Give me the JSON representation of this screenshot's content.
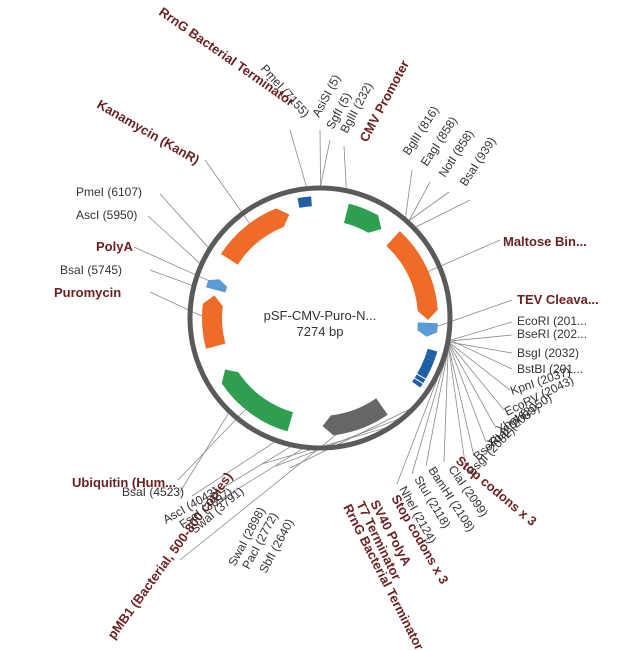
{
  "plasmid": {
    "name": "pSF-CMV-Puro-N...",
    "length_label": "7274 bp"
  },
  "colors": {
    "backbone": "#5a5a5a",
    "green": "#2e9e4f",
    "orange": "#f06a28",
    "blue": "#1f5fa6",
    "lightblue": "#5b9bd5",
    "gray": "#666666",
    "label_dark": "#6b1f1f"
  },
  "features": [
    {
      "id": "cmv-promoter",
      "label": "CMV Promoter",
      "color": "green",
      "start": 286,
      "end": 700,
      "track": "inner"
    },
    {
      "id": "maltose-binding",
      "label": "Maltose Bin...",
      "color": "orange",
      "start": 860,
      "end": 1840,
      "track": "inner"
    },
    {
      "id": "tev-cleavage",
      "label": "TEV Cleava...",
      "color": "lightblue",
      "start": 1870,
      "end": 2020,
      "track": "inner"
    },
    {
      "id": "pmb1-ori",
      "label": "pMB1 (Bacterial, 500-800 copies)",
      "color": "gray",
      "start": 2930,
      "end": 3610,
      "track": "inner"
    },
    {
      "id": "ubiquitin",
      "label": "Ubiquitin (Hum...",
      "color": "green",
      "start": 3960,
      "end": 4880,
      "track": "inner"
    },
    {
      "id": "puromycin",
      "label": "Puromycin",
      "color": "orange",
      "start": 5150,
      "end": 5700,
      "track": "inner"
    },
    {
      "id": "polya",
      "label": "PolyA",
      "color": "lightblue",
      "start": 5760,
      "end": 5880,
      "track": "inner"
    },
    {
      "id": "kanamycin",
      "label": "Kanamycin (KanR)",
      "color": "orange",
      "start": 6120,
      "end": 6940,
      "track": "inner"
    },
    {
      "id": "rrng-term-top",
      "label": "RrnG Bacterial Terminator",
      "color": "blue",
      "start": 7060,
      "end": 7190,
      "track": "outer"
    },
    {
      "id": "stop-a",
      "label": "Stop codons x 3",
      "color": "blue",
      "start": 2140,
      "end": 2200,
      "track": "outer"
    },
    {
      "id": "sv40",
      "label": "SV40 PolyA",
      "color": "blue",
      "start": 2240,
      "end": 2420,
      "track": "outer"
    },
    {
      "id": "stop-b",
      "label": "Stop codons x 3",
      "color": "blue",
      "start": 2200,
      "end": 2240,
      "track": "outer"
    },
    {
      "id": "t7-term",
      "label": "T7 Terminator",
      "color": "blue",
      "start": 2430,
      "end": 2470,
      "track": "outer"
    },
    {
      "id": "rrng-term-bottom",
      "label": "RrnG Bacterial Terminator",
      "color": "blue",
      "start": 2480,
      "end": 2520,
      "track": "outer"
    }
  ],
  "sites": [
    {
      "id": "pmei-7155",
      "label": "PmeI (7155)",
      "pos": 7155
    },
    {
      "id": "asisi-5",
      "label": "AsiSI (5)",
      "pos": 5
    },
    {
      "id": "sfgi-5",
      "label": "SgfI (5)",
      "pos": 5
    },
    {
      "id": "bglii-232",
      "label": "BglII (232)",
      "pos": 232
    },
    {
      "id": "bglii-816",
      "label": "BglII (816)",
      "pos": 816
    },
    {
      "id": "eagi-858",
      "label": "EagI (858)",
      "pos": 858
    },
    {
      "id": "noti-858",
      "label": "NotI (858)",
      "pos": 858
    },
    {
      "id": "bsai-939",
      "label": "BsaI (939)",
      "pos": 939
    },
    {
      "id": "ecori-201",
      "label": "EcoRI (201...",
      "pos": 2015
    },
    {
      "id": "bseri-202",
      "label": "BseRI (202...",
      "pos": 2022
    },
    {
      "id": "bsgi-2032",
      "label": "BsgI (2032)",
      "pos": 2032
    },
    {
      "id": "bstbi-201",
      "label": "BstBI (201...",
      "pos": 2014
    },
    {
      "id": "kpni-2037",
      "label": "KpnI (2037)",
      "pos": 2037
    },
    {
      "id": "ecorv-2043",
      "label": "EcoRV (2043)",
      "pos": 2043
    },
    {
      "id": "xhoi-2050",
      "label": "XhoI (2050)",
      "pos": 2050
    },
    {
      "id": "xbai-2059",
      "label": "XbaI (2059)",
      "pos": 2059
    },
    {
      "id": "bseri-2076",
      "label": "BseRI (2076)",
      "pos": 2076
    },
    {
      "id": "bsgi-2082",
      "label": "BsgI (2082)",
      "pos": 2082
    },
    {
      "id": "clai-2099",
      "label": "ClaI (2099)",
      "pos": 2099
    },
    {
      "id": "bamhi-2108",
      "label": "BamHI (2108)",
      "pos": 2108
    },
    {
      "id": "stui-2118",
      "label": "StuI (2118)",
      "pos": 2118
    },
    {
      "id": "nhei-2124",
      "label": "NheI (2124)",
      "pos": 2124
    },
    {
      "id": "sbfi-2640",
      "label": "SbfI (2640)",
      "pos": 2640
    },
    {
      "id": "paci-2772",
      "label": "PacI (2772)",
      "pos": 2772
    },
    {
      "id": "swai-2898",
      "label": "SwaI (2898)",
      "pos": 2898
    },
    {
      "id": "swai-3791",
      "label": "SwaI (3791)",
      "pos": 3791
    },
    {
      "id": "fsei-3897",
      "label": "FseI (3897)",
      "pos": 3897
    },
    {
      "id": "asci-4043",
      "label": "AscI (4043)",
      "pos": 4043
    },
    {
      "id": "bsai-4523",
      "label": "BsaI (4523)",
      "pos": 4523
    },
    {
      "id": "bsai-5745",
      "label": "BsaI (5745)",
      "pos": 5745
    },
    {
      "id": "asci-5950",
      "label": "AscI (5950)",
      "pos": 5950
    },
    {
      "id": "pmei-6107",
      "label": "PmeI (6107)",
      "pos": 6107
    }
  ]
}
